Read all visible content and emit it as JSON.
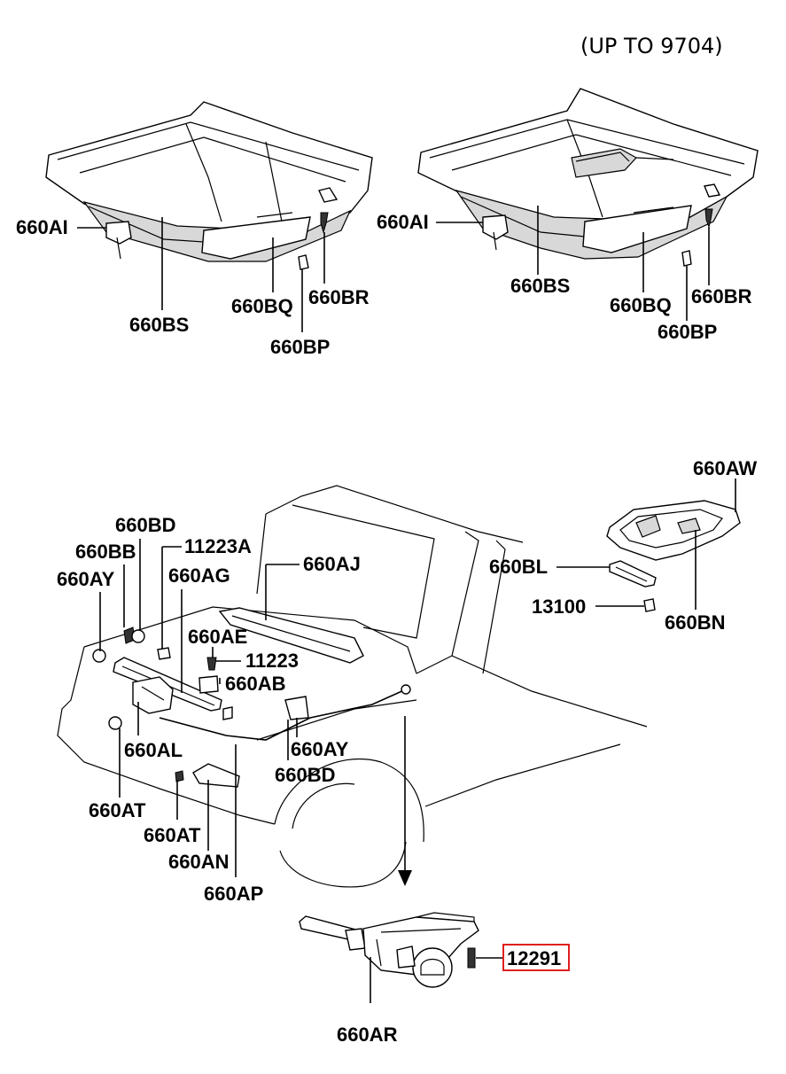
{
  "header": {
    "note": "(UP TO 9704)"
  },
  "callouts": {
    "a_660AI": "660AI",
    "a_660BS": "660BS",
    "a_660BQ": "660BQ",
    "a_660BR": "660BR",
    "a_660BP": "660BP",
    "b_660AI": "660AI",
    "b_660BS": "660BS",
    "b_660BQ": "660BQ",
    "b_660BR": "660BR",
    "b_660BP": "660BP",
    "c_660AW": "660AW",
    "c_660BL": "660BL",
    "c_13100": "13100",
    "c_660BN": "660BN",
    "d_660BD": "660BD",
    "d_660BB": "660BB",
    "d_11223A": "11223A",
    "d_660AY": "660AY",
    "d_660AG": "660AG",
    "d_660AJ": "660AJ",
    "d_660AE": "660AE",
    "d_11223": "11223",
    "d_660AB": "660AB",
    "d_660AL": "660AL",
    "d_660AY2": "660AY",
    "d_660BD2": "660BD",
    "d_660AT": "660AT",
    "d_660AT2": "660AT",
    "d_660AN": "660AN",
    "d_660AP": "660AP",
    "e_12291": "12291",
    "e_660AR": "660AR"
  },
  "highlight": {
    "part": "12291",
    "color": "#e02020"
  }
}
